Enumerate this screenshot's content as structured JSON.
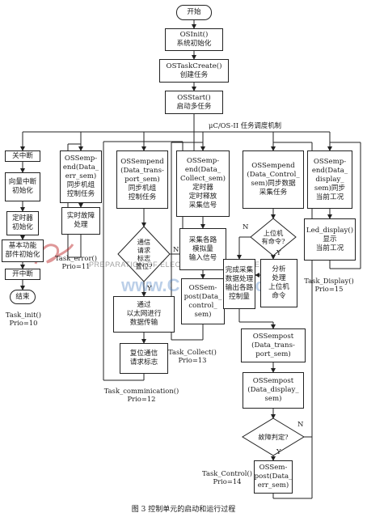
{
  "nodes": {
    "start": "开始",
    "osinit": "OSInit()\n系统初始化",
    "oscreate": "OSTaskCreate()\n创建任务",
    "osstart": "OSStart()\n启动多任务",
    "sched": "μC/OS-II 任务调度机制",
    "close_int": "关中断",
    "vector": "向量中断\n初始化",
    "timer": "定时器\n初始化",
    "basic": "基本功能\n部件初始化",
    "open_int": "开中断",
    "end": "结束",
    "err_sem": "OSSemp-\nend(Data_\nerr_sem)\n同步机组\n控制任务",
    "realtime": "实时故障\n处理",
    "trans_sem": "OSSempend\n(Data_trans-\nport_sem)\n同步机组\n控制任务",
    "comm_req": "通信\n请求\n标志\n置位?",
    "ethernet": "通过\n以太网进行\n数据传输",
    "reset_flag": "复位通信\n请求标志",
    "collect_sem": "OSSemp-\nend(Data_\nCollect_sem)\n定时器\n定时释放\n采集信号",
    "sample": "采集各路\n模拟量\n输入信号",
    "post_collect": "OSSem-\npost(Data_\ncontrol_\nsem)",
    "control_sem": "OSSempend\n(Data_Control_\nsem)同步数据\n采集任务",
    "host_cmd": "上位机\n有命令?",
    "analyze": "分析\n处理\n上位机\n命令",
    "process": "完成采集\n数据处理\n输出各路\n控制量",
    "post_trans": "OSSempost\n(Data_trans-\nport_sem)",
    "post_display": "OSSempost\n(Data_display_\nsem)",
    "fault": "故障判定?",
    "post_err": "OSSem-\npost(Data_\nerr_sem)",
    "display_sem": "OSSemp-\nend(Data_\ndisplay_\nsem)同步\n当前工况",
    "led": "Led_display()\n显示\n当前工况"
  },
  "task_labels": {
    "init": "Task_init()\nPrio=10",
    "error": "Task_error()\nPrio=11",
    "comm": "Task_comminication()\nPrio=12",
    "collect": "Task_Collect()\nPrio=13",
    "control": "Task_Control()\nPrio=14",
    "display": "Task_Display()\nPrio=15"
  },
  "branch_labels": {
    "yes": "Y",
    "no": "N"
  },
  "watermark": {
    "line1": "PREPARATION OF ELECTRONIC TECHNIQUE",
    "line2": "www.ChinaAET.com"
  },
  "caption": "图 3   控制单元的启动和运行过程",
  "colors": {
    "stroke": "#222222",
    "watermark_red": "#b8181b",
    "watermark_blue": "#3f77c0"
  }
}
